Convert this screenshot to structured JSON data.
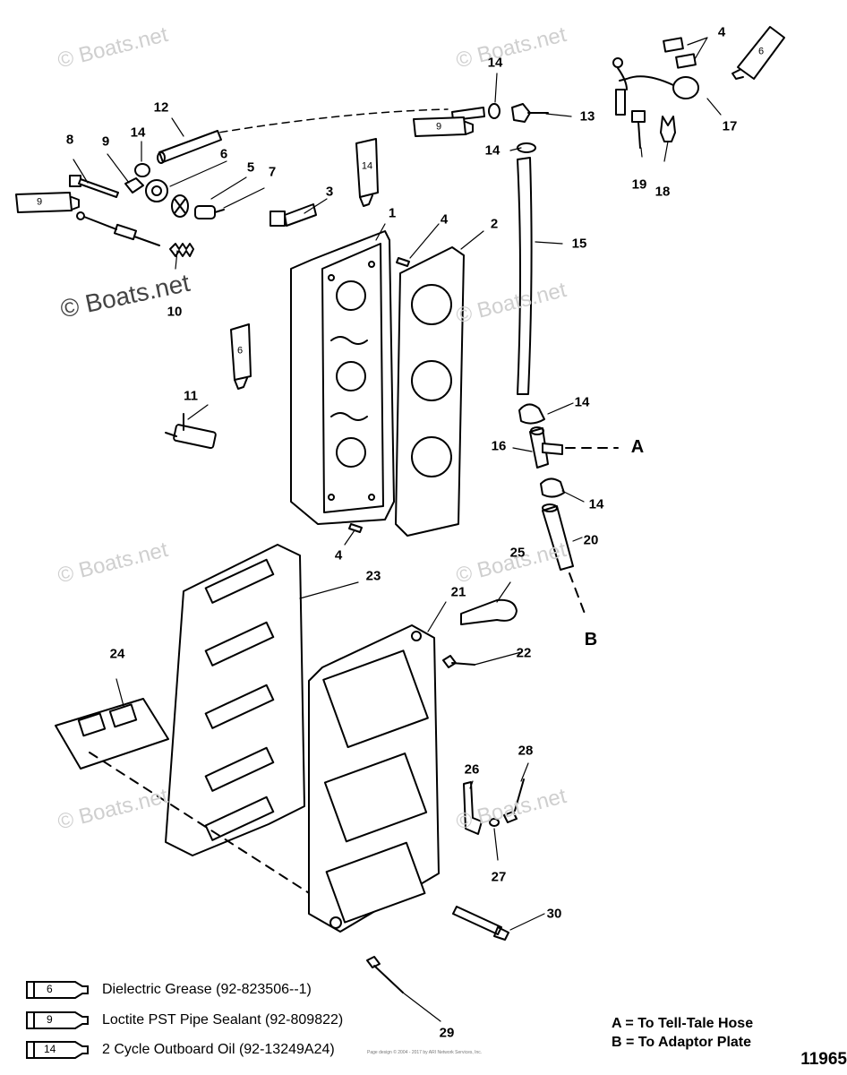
{
  "watermark": "© Boats.net",
  "figure_number": "11965",
  "copyright_line": "Page design © 2004 - 2017 by ARI Network Services, Inc.",
  "connection_keys": {
    "A": "A",
    "B": "B",
    "a_line": "A = To Tell-Tale Hose",
    "b_line": "B = To Adaptor Plate"
  },
  "legend": [
    {
      "code": "6",
      "text": "Dielectric Grease (92-823506--1)"
    },
    {
      "code": "9",
      "text": "Loctite PST Pipe Sealant (92-809822)"
    },
    {
      "code": "14",
      "text": "2 Cycle Outboard Oil (92-13249A24)"
    }
  ],
  "tube_labels": {
    "t9_left": "9",
    "t14_top": "14",
    "t9_top": "9",
    "t6_top": "6",
    "t6_mid": "6"
  },
  "callouts": {
    "c1": "1",
    "c2": "2",
    "c3": "3",
    "c4a": "4",
    "c4b": "4",
    "c4c": "4",
    "c5": "5",
    "c6": "6",
    "c7": "7",
    "c8": "8",
    "c9": "9",
    "c10": "10",
    "c11": "11",
    "c12": "12",
    "c13": "13",
    "c14a": "14",
    "c14b": "14",
    "c14c": "14",
    "c14d": "14",
    "c14e": "14",
    "c15": "15",
    "c16": "16",
    "c17": "17",
    "c18": "18",
    "c19": "19",
    "c20": "20",
    "c21": "21",
    "c22": "22",
    "c23": "23",
    "c24": "24",
    "c25": "25",
    "c26": "26",
    "c27": "27",
    "c28": "28",
    "c29": "29",
    "c30": "30"
  }
}
